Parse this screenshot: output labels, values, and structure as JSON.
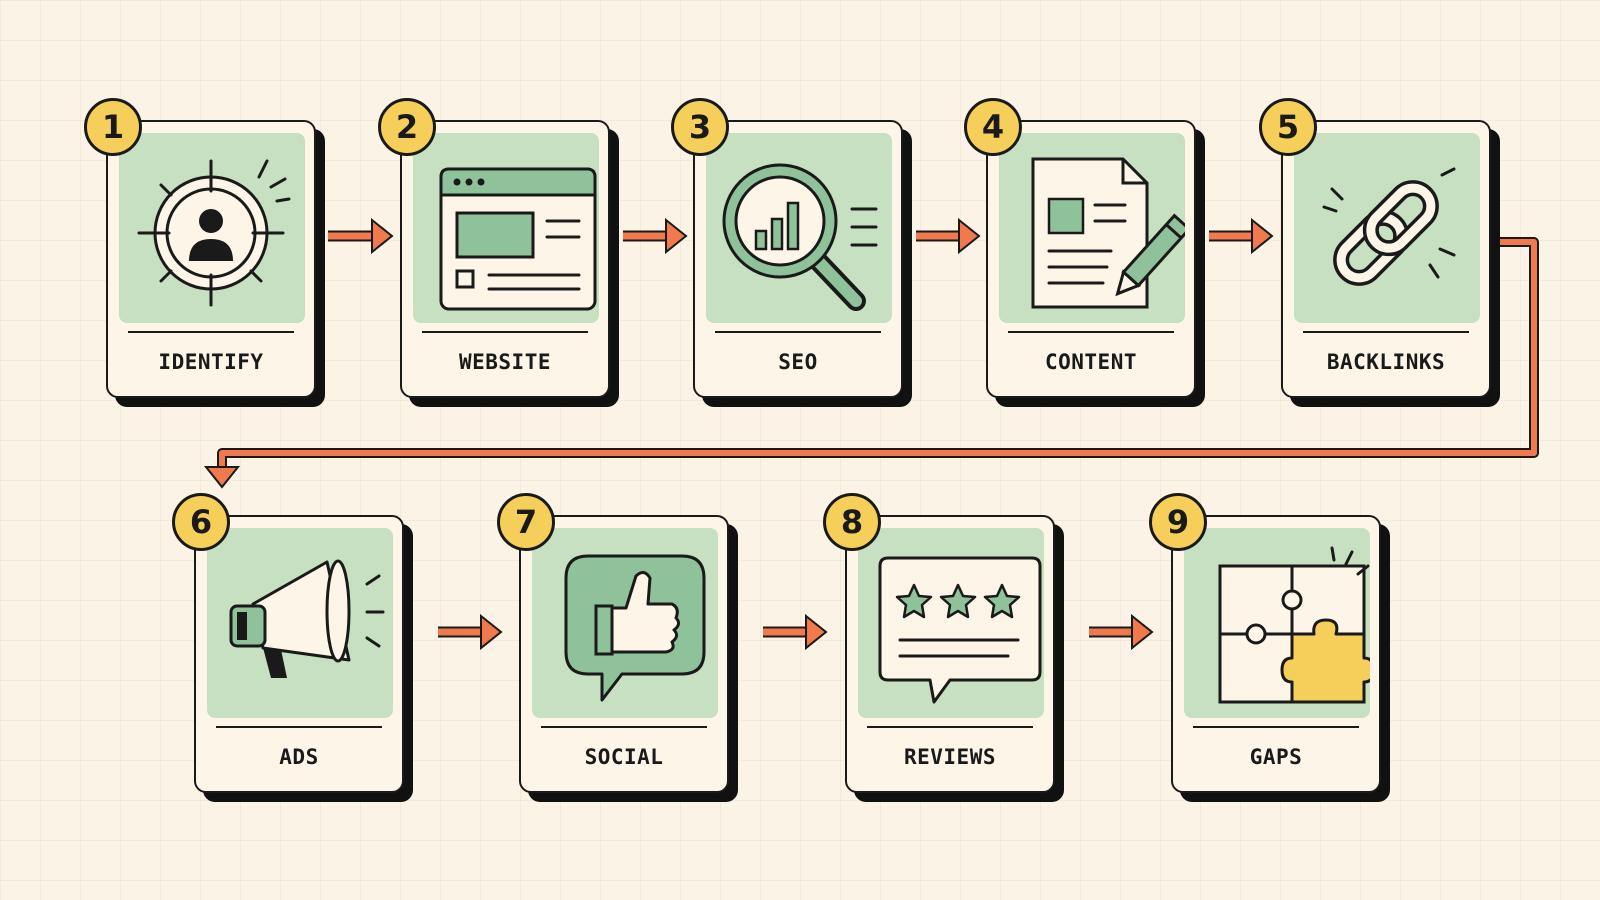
{
  "colors": {
    "background": "#fbf4e6",
    "card": "#fdf6e8",
    "panel": "#c7e0c2",
    "accent_green": "#8fc29a",
    "connector": "#f07a4e",
    "badge": "#f5cf5a",
    "outline": "#1a1a1a"
  },
  "steps": [
    {
      "number": "1",
      "label": "IDENTIFY",
      "icon": "target-person-icon"
    },
    {
      "number": "2",
      "label": "WEBSITE",
      "icon": "browser-window-icon"
    },
    {
      "number": "3",
      "label": "SEO",
      "icon": "magnifier-chart-icon"
    },
    {
      "number": "4",
      "label": "CONTENT",
      "icon": "document-pencil-icon"
    },
    {
      "number": "5",
      "label": "BACKLINKS",
      "icon": "chain-link-icon"
    },
    {
      "number": "6",
      "label": "ADS",
      "icon": "megaphone-icon"
    },
    {
      "number": "7",
      "label": "SOCIAL",
      "icon": "thumbs-up-bubble-icon"
    },
    {
      "number": "8",
      "label": "REVIEWS",
      "icon": "star-review-bubble-icon"
    },
    {
      "number": "9",
      "label": "GAPS",
      "icon": "puzzle-pieces-icon"
    }
  ]
}
